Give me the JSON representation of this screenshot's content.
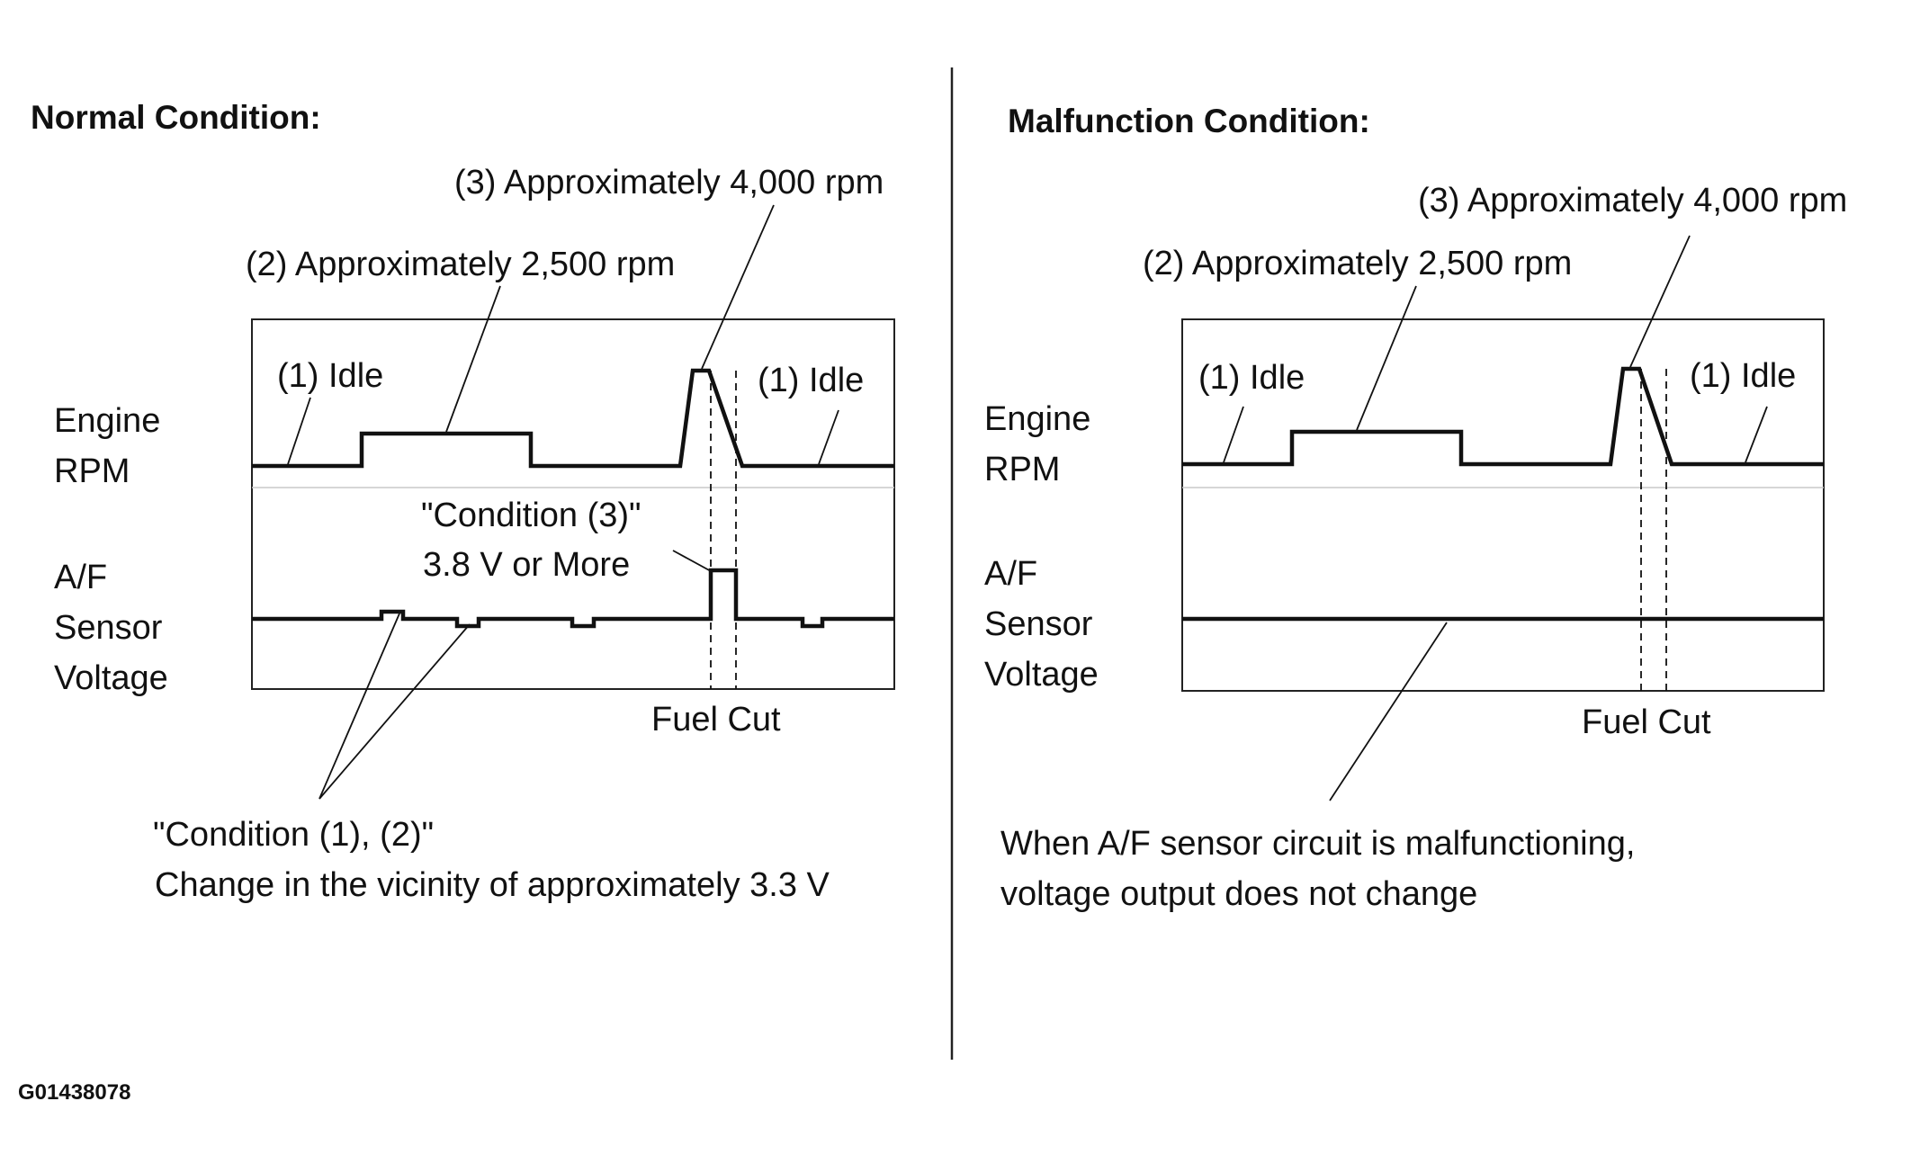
{
  "normal": {
    "heading": "Normal Condition:",
    "label_4000": "(3) Approximately 4,000 rpm",
    "label_2500": "(2) Approximately 2,500 rpm",
    "idle_left": "(1) Idle",
    "idle_right": "(1) Idle",
    "rpm_label_line1": "Engine",
    "rpm_label_line2": "RPM",
    "af_label_line1": "A/F",
    "af_label_line2": "Sensor",
    "af_label_line3": "Voltage",
    "cond3_line1": "\"Condition (3)\"",
    "cond3_line2": "3.8 V or More",
    "fuel_cut": "Fuel Cut",
    "cond12_line1": "\"Condition (1), (2)\"",
    "cond12_line2": "Change in the vicinity of approximately 3.3 V"
  },
  "malfunction": {
    "heading": "Malfunction Condition:",
    "label_4000": "(3) Approximately 4,000 rpm",
    "label_2500": "(2) Approximately 2,500 rpm",
    "idle_left": "(1) Idle",
    "idle_right": "(1) Idle",
    "rpm_label_line1": "Engine",
    "rpm_label_line2": "RPM",
    "af_label_line1": "A/F",
    "af_label_line2": "Sensor",
    "af_label_line3": "Voltage",
    "fuel_cut": "Fuel Cut",
    "note_line1": "When A/F sensor circuit is malfunctioning,",
    "note_line2": "voltage output does not change"
  },
  "figure_id": "G01438078"
}
